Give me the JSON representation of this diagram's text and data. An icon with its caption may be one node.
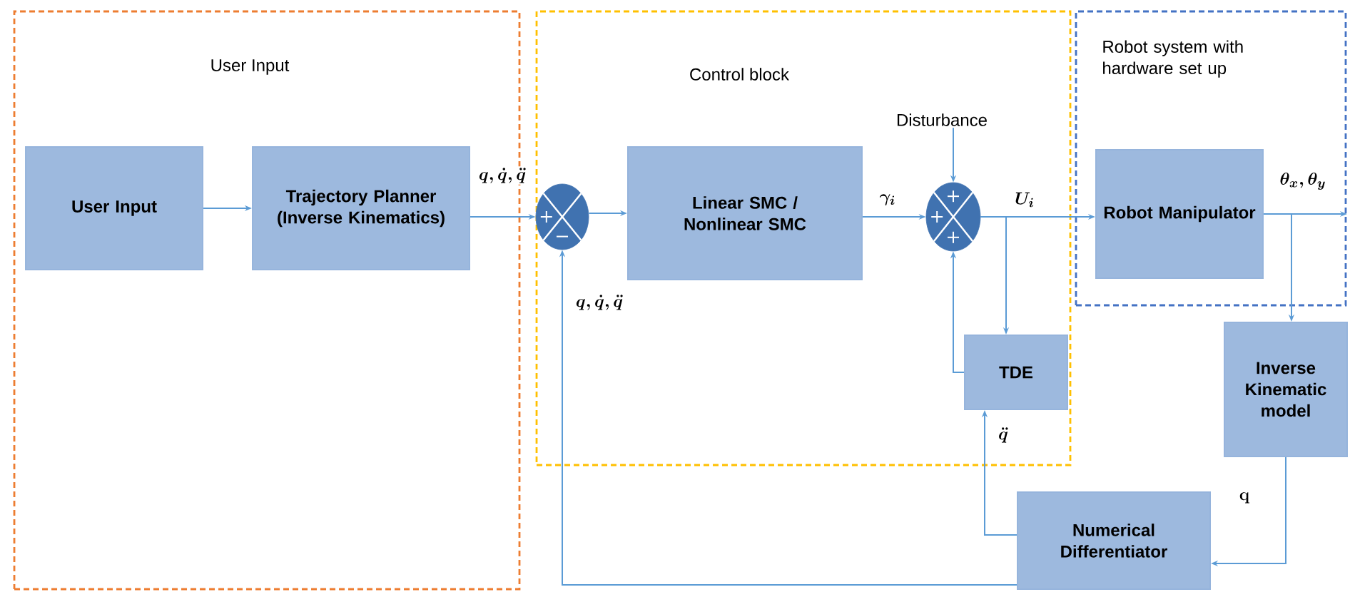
{
  "diagram": {
    "nodes": [
      {
        "text": [
          "User Input"
        ]
      },
      {
        "text": [
          "Control block"
        ]
      },
      {
        "text": [
          "Robot system with hardware set up"
        ]
      },
      {
        "text": [
          "User Input"
        ],
        "in": 0
      },
      {
        "text": [
          "Trajectory Planner (Inverse Kinematics)"
        ],
        "in": 0
      },
      {
        "text": [],
        "shape": "circle",
        "in": 1
      },
      {
        "text": [
          "Linear SMC / Nonlinear SMC"
        ],
        "in": 1
      },
      {
        "text": [],
        "shape": "circle",
        "in": 1
      },
      {
        "text": [
          "Disturbance"
        ],
        "in": 1
      },
      {
        "text": [
          "TDE"
        ],
        "in": 1
      },
      {
        "text": [
          "Robot Manipulator"
        ],
        "in": 2
      },
      {
        "text": [
          "Inverse Kinematic model"
        ]
      },
      {
        "text": [
          "Numerical Differentiator"
        ]
      }
    ],
    "edges": [
      {
        "from": 3,
        "to": 4,
        "arrow": "to"
      },
      {
        "from": 4,
        "to": 5,
        "arrow": "to",
        "label": "q, \\dot{q},\\ddot{q}"
      },
      {
        "from": 5,
        "to": 6,
        "arrow": "to"
      },
      {
        "from": 6,
        "to": 7,
        "arrow": "to",
        "label": "\\gamma_i"
      },
      {
        "from": 8,
        "to": 7,
        "arrow": "to"
      },
      {
        "from": 7,
        "to": 10,
        "arrow": "to",
        "label": "U_i"
      },
      {
        "from": 7,
        "to": 9,
        "arrow": "to"
      },
      {
        "from": 9,
        "to": 7,
        "arrow": "to"
      },
      {
        "from": 10,
        "to": null,
        "arrow": "to",
        "label": "\\theta_x, \\theta_y"
      },
      {
        "from": 10,
        "to": 11,
        "arrow": "to"
      },
      {
        "from": 11,
        "to": 12,
        "arrow": "to",
        "label": "\\mathbf{q}"
      },
      {
        "from": 12,
        "to": 9,
        "arrow": "to",
        "label": "\\ddot{q}"
      },
      {
        "from": 12,
        "to": 5,
        "arrow": "to",
        "label": "q, \\dot{q},\\ddot{q}"
      }
    ]
  }
}
